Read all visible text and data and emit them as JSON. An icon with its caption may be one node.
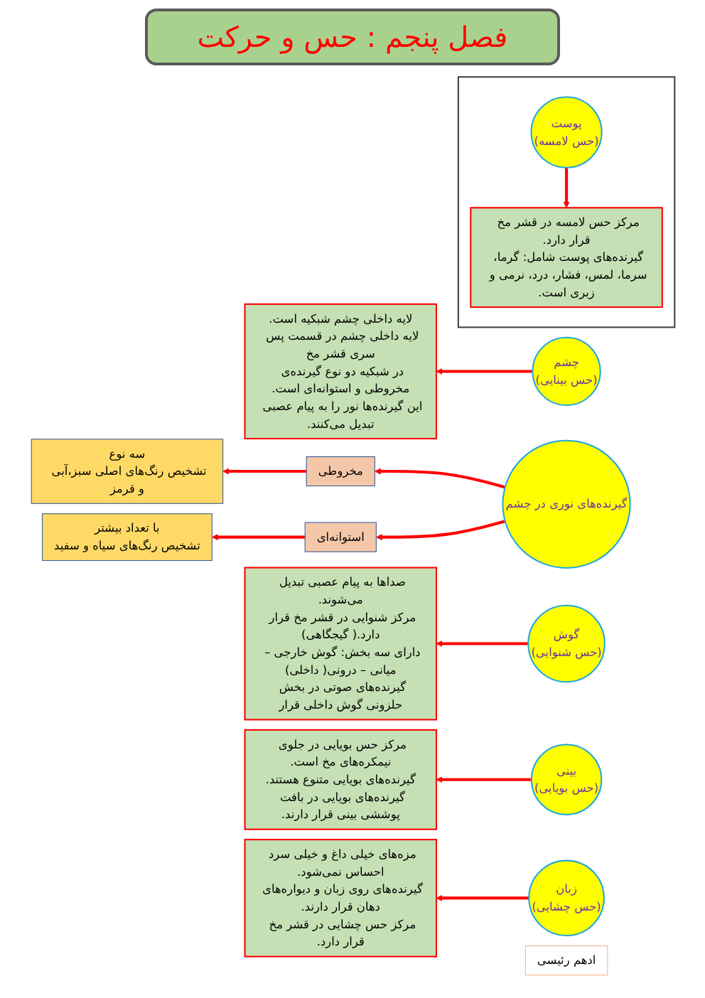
{
  "diagram": {
    "title": "فصل پنجم : حس و حرکت",
    "nodes": [
      {
        "text": [
          "چشم",
          "(حس بینایی)"
        ]
      },
      {
        "text": [
          "لایه داخلی چشم شبکیه است.",
          "لایه داخلی چشم در قسمت پس سری قشر مخ",
          "در شبکیه دو نوع گیرنده‌ی مخروطی و استوانه‌ای است.",
          "این گیرنده‌ها نور را به پیام عصبی تبدیل می‌کنند."
        ]
      },
      {
        "text": [
          "گیرنده‌های نوری در چشم"
        ]
      },
      {
        "text": [
          "مخروطی"
        ]
      },
      {
        "text": [
          "سه نوع",
          "تشخیص رنگ‌های اصلی سبز،آبی و قرمز"
        ]
      },
      {
        "text": [
          "استوانه‌ای"
        ]
      },
      {
        "text": [
          "با تعداد بیشتر",
          "تشخیص رنگ‌های سیاه و سفید"
        ]
      },
      {
        "text": [],
        "shape": "box"
      },
      {
        "text": [
          "پوست",
          "(حس لامسه)"
        ],
        "in": 7
      },
      {
        "text": [
          "مرکز حس لامسه در قشر مخ قرار دارد.",
          "گیرنده‌های پوست شامل: گرما، سرما، لمس، فشار، درد، نرمی و زبری است."
        ],
        "in": 7
      },
      {
        "text": [
          "گوش",
          "(حس شنوایی)"
        ]
      },
      {
        "text": [
          "صداها به پیام عصبی تبدیل می‌شوند.",
          "مرکز شنوایی در قشر مخ قرار دارد.( گیجگاهی)",
          "دارای سه بخش: گوش خارجی – میانی – درونی( داخلی)",
          "گیرنده‌های صوتی در بخش حلزونی گوش داخلی قرار"
        ]
      },
      {
        "text": [
          "بینی",
          "(حس بویایی)"
        ]
      },
      {
        "text": [
          "مرکز حس بویایی در جلوی نیمکره‌های مخ است.",
          "گیرنده‌های بویایی متنوع هستند.",
          "گیرنده‌های بویایی در بافت پوششی بینی قرار دارند."
        ]
      },
      {
        "text": [
          "زبان",
          "(حس چشایی)"
        ]
      },
      {
        "text": [
          "مزه‌های خیلی داغ و خیلی سرد احساس نمی‌شود.",
          "گیرنده‌های روی زبان و دیواره‌های دهان قرار دارند.",
          "مرکز حس چشایی در قشر مخ قرار دارد."
        ]
      },
      {
        "text": [
          "ادهم رئیسی"
        ]
      }
    ],
    "edges": [
      {
        "from": 0,
        "to": 1,
        "arrow": "to"
      },
      {
        "from": 2,
        "to": 3,
        "arrow": "to"
      },
      {
        "from": 3,
        "to": 4,
        "arrow": "to"
      },
      {
        "from": 2,
        "to": 5,
        "arrow": "to"
      },
      {
        "from": 5,
        "to": 6,
        "arrow": "to"
      },
      {
        "from": 8,
        "to": 9,
        "arrow": "to"
      },
      {
        "from": 10,
        "to": 11,
        "arrow": "to"
      },
      {
        "from": 12,
        "to": 13,
        "arrow": "to"
      },
      {
        "from": 14,
        "to": 15,
        "arrow": "to"
      }
    ]
  }
}
